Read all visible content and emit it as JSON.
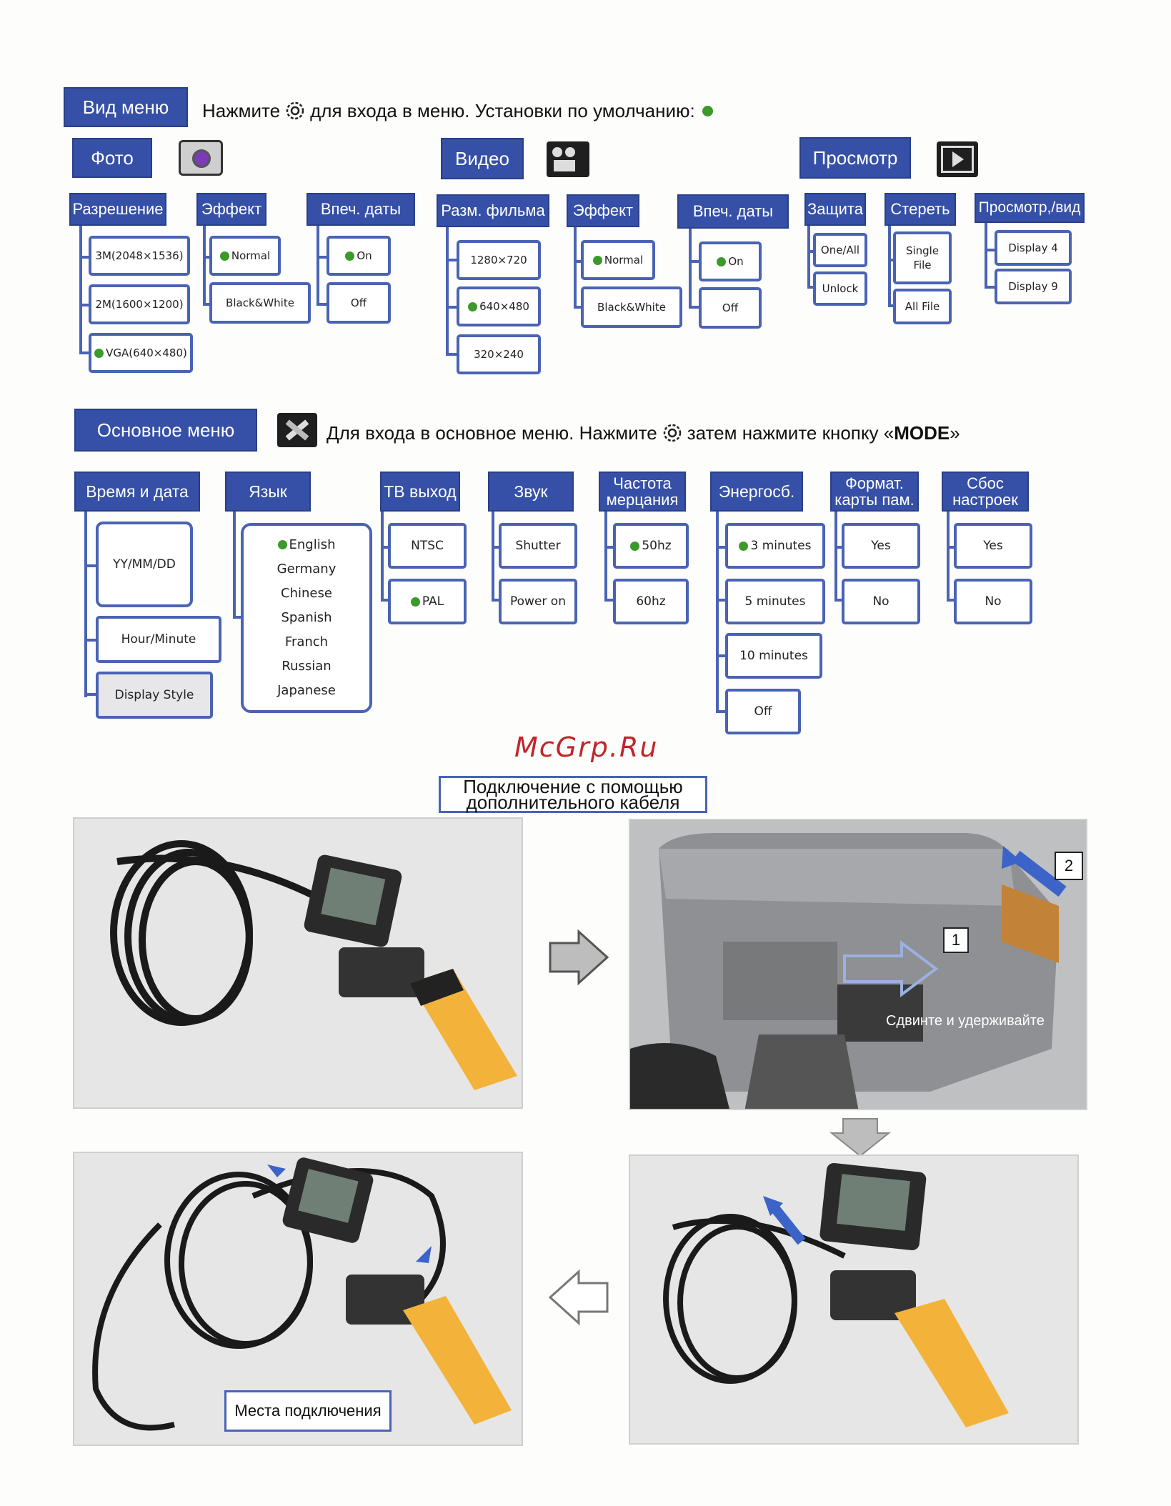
{
  "menu_view": {
    "header": "Вид меню",
    "instruction_before": "Нажмите",
    "instruction_after": "для входа в меню. Установки по умолчанию:",
    "default_color": "#3b9a2a"
  },
  "photo": {
    "title": "Фото",
    "resolution": {
      "label": "Разрешение",
      "options": [
        "3M(2048×1536)",
        "2M(1600×1200)",
        "VGA(640×480)"
      ]
    },
    "effect": {
      "label": "Эффект",
      "options": [
        "Normal",
        "Black&White"
      ]
    },
    "date_stamp": {
      "label": "Впеч. даты",
      "options": [
        "On",
        "Off"
      ]
    }
  },
  "video": {
    "title": "Видео",
    "size": {
      "label": "Разм. фильма",
      "options": [
        "1280×720",
        "640×480",
        "320×240"
      ]
    },
    "effect": {
      "label": "Эффект",
      "options": [
        "Normal",
        "Black&White"
      ]
    },
    "date_stamp": {
      "label": "Впеч. даты",
      "options": [
        "On",
        "Off"
      ]
    }
  },
  "playback": {
    "title": "Просмотр",
    "protect": {
      "label": "Защита",
      "options": [
        "One/All",
        "Unlock"
      ]
    },
    "delete": {
      "label": "Стереть",
      "options": [
        "Single File",
        "All File"
      ]
    },
    "view": {
      "label": "Просмотр,/вид",
      "options": [
        "Display 4",
        "Display 9"
      ]
    }
  },
  "main_menu": {
    "header": "Основное меню",
    "instruction_1": "Для входа в основное меню. Нажмите",
    "instruction_2": "затем нажмите кнопку «",
    "instruction_mode": "MODE",
    "instruction_3": "»",
    "datetime": {
      "label": "Время и дата",
      "options": [
        "YY/MM/DD",
        "Hour/Minute",
        "Display Style"
      ]
    },
    "language": {
      "label": "Язык",
      "options": [
        "English",
        "Germany",
        "Chinese",
        "Spanish",
        "Franch",
        "Russian",
        "Japanese"
      ]
    },
    "tv_out": {
      "label": "ТВ выход",
      "options": [
        "NTSC",
        "PAL"
      ]
    },
    "sound": {
      "label": "Звук",
      "options": [
        "Shutter",
        "Power on"
      ]
    },
    "flicker": {
      "label_1": "Частота",
      "label_2": "мерцания",
      "options": [
        "50hz",
        "60hz"
      ]
    },
    "power_save": {
      "label": "Энергосб.",
      "options": [
        "3 minutes",
        "5 minutes",
        "10 minutes",
        "Off"
      ]
    },
    "format": {
      "label_1": "Формат.",
      "label_2": "карты пам.",
      "options": [
        "Yes",
        "No"
      ]
    },
    "reset": {
      "label_1": "Сбос",
      "label_2": "настроек",
      "options": [
        "Yes",
        "No"
      ]
    }
  },
  "watermark": "McGrp.Ru",
  "connection": {
    "title_1": "Подключение с помощью",
    "title_2": "дополнительного кабеля",
    "step1": "1",
    "step2": "2",
    "slide_hold": "Сдвинте и удерживайте",
    "connection_points": "Места подключения"
  }
}
